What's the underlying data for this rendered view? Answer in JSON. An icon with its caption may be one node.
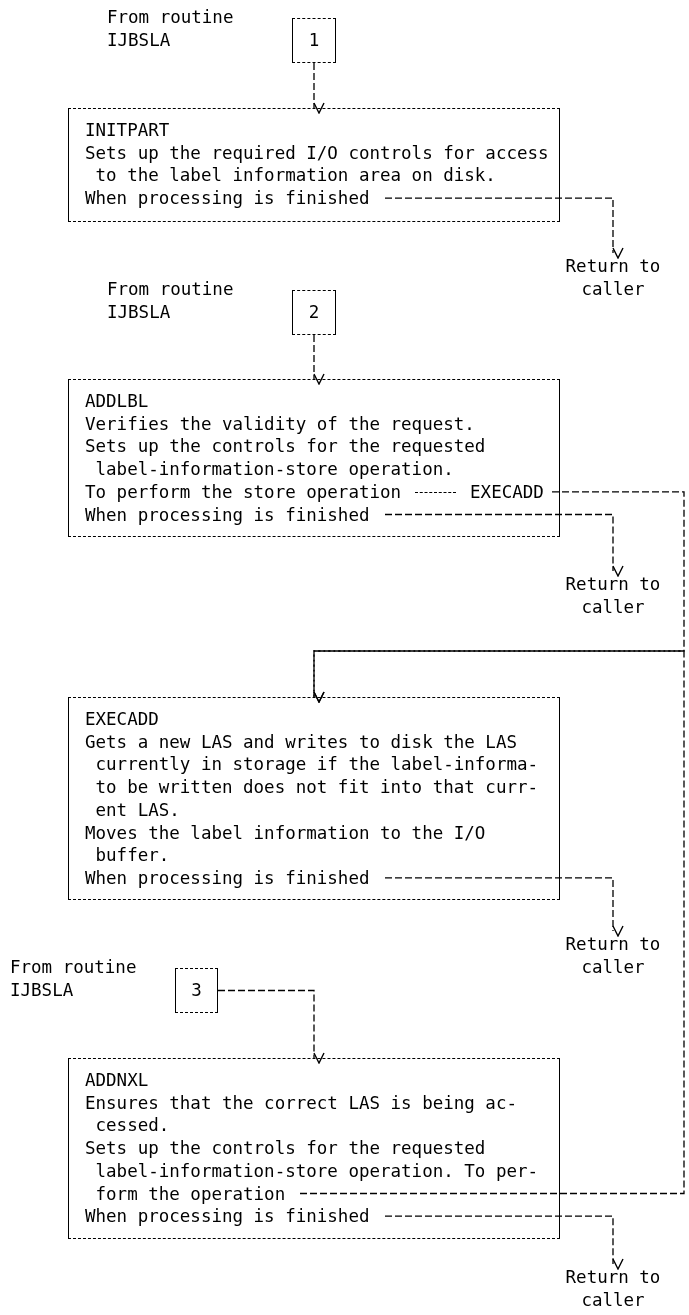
{
  "diagram": {
    "nodes": [
      {
        "text": [
          "1"
        ],
        "beside": [
          "From routine IJBSLA"
        ]
      },
      {
        "text": [
          "INITPART",
          "Sets up the required I/O controls for access to the label information area on disk.",
          "When processing is finished"
        ]
      },
      {
        "text": [
          "Return to caller"
        ]
      },
      {
        "text": [
          "2"
        ],
        "beside": [
          "From routine IJBSLA"
        ]
      },
      {
        "text": [
          "ADDLBL",
          "Verifies the validity of the request.",
          "Sets up the controls for the requested label-information-store operation.",
          "To perform the store operation",
          "EXECADD",
          "When processing is finished"
        ]
      },
      {
        "text": [
          "Return to caller"
        ]
      },
      {
        "text": [
          "EXECADD",
          "Gets a new LAS and writes to disk the LAS currently in storage if the label-informa- to be written does not fit into that curr- ent LAS.",
          "Moves the label information to the I/O buffer.",
          "When processing is finished"
        ]
      },
      {
        "text": [
          "Return to caller"
        ]
      },
      {
        "text": [
          "3"
        ],
        "beside": [
          "From routine IJBSLA"
        ]
      },
      {
        "text": [
          "ADDNXL",
          "Ensures that the correct LAS is being ac- cessed.",
          "Sets up the controls for the requested label-information-store operation. To per- form the operation",
          "When processing is finished"
        ]
      },
      {
        "text": [
          "Return to caller"
        ]
      }
    ],
    "edges": [
      {
        "from": 0,
        "to": 1,
        "arrow": "to"
      },
      {
        "from": 1,
        "to": 2,
        "arrow": "to"
      },
      {
        "from": 3,
        "to": 4,
        "arrow": "to"
      },
      {
        "from": 4,
        "to": 5,
        "arrow": "to"
      },
      {
        "from": 4,
        "to": 6,
        "arrow": "to"
      },
      {
        "from": 6,
        "to": 7,
        "arrow": "to"
      },
      {
        "from": 8,
        "to": 9,
        "arrow": "to"
      },
      {
        "from": 9,
        "to": 10,
        "arrow": "to"
      },
      {
        "from": 9,
        "to": 6,
        "arrow": "to"
      }
    ]
  }
}
